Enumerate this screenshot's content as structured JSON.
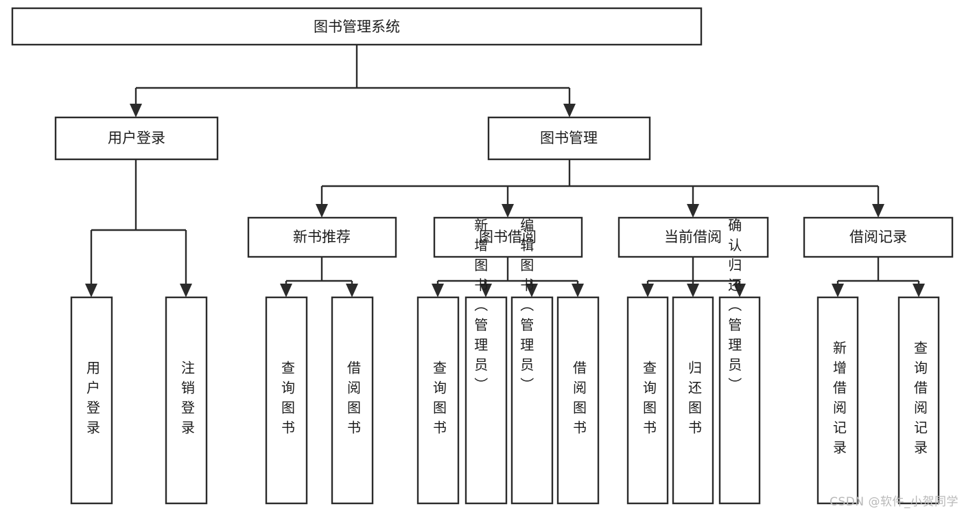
{
  "diagram": {
    "title": "图书管理系统",
    "watermark": "CSDN @软件_小贺同学",
    "colors": {
      "stroke": "#2b2b2b",
      "fill": "#ffffff",
      "text": "#1c1c1c",
      "watermark": "#b9b9b9",
      "background": "#ffffff"
    },
    "type": "tree",
    "orientation": "top-down",
    "levels": 4,
    "nodes": {
      "root": {
        "label": "图书管理系统",
        "level": 0,
        "orientation": "horizontal"
      },
      "l1": [
        {
          "label": "用户登录",
          "level": 1,
          "orientation": "horizontal"
        },
        {
          "label": "图书管理",
          "level": 1,
          "orientation": "horizontal"
        }
      ],
      "l2": [
        {
          "label": "新书推荐",
          "level": 2,
          "orientation": "horizontal",
          "parent": "图书管理"
        },
        {
          "label": "图书借阅",
          "level": 2,
          "orientation": "horizontal",
          "parent": "图书管理"
        },
        {
          "label": "当前借阅",
          "level": 2,
          "orientation": "horizontal",
          "parent": "图书管理"
        },
        {
          "label": "借阅记录",
          "level": 2,
          "orientation": "horizontal",
          "parent": "图书管理"
        }
      ],
      "leaves": {
        "user_login": [
          {
            "label": "用户登录",
            "orientation": "vertical",
            "parent": "用户登录"
          },
          {
            "label": "注销登录",
            "orientation": "vertical",
            "parent": "用户登录"
          }
        ],
        "new_book": [
          {
            "label": "查询图书",
            "orientation": "vertical",
            "parent": "新书推荐"
          },
          {
            "label": "借阅图书",
            "orientation": "vertical",
            "parent": "新书推荐"
          }
        ],
        "borrow_book": [
          {
            "label": "查询图书",
            "orientation": "vertical",
            "parent": "图书借阅"
          },
          {
            "label": "新增图书（管理员）",
            "orientation": "vertical",
            "parent": "图书借阅"
          },
          {
            "label": "编辑图书（管理员）",
            "orientation": "vertical",
            "parent": "图书借阅"
          },
          {
            "label": "借阅图书",
            "orientation": "vertical",
            "parent": "图书借阅"
          }
        ],
        "current_borrow": [
          {
            "label": "查询图书",
            "orientation": "vertical",
            "parent": "当前借阅"
          },
          {
            "label": "归还图书",
            "orientation": "vertical",
            "parent": "当前借阅"
          },
          {
            "label": "确认归还（管理员）",
            "orientation": "vertical",
            "parent": "当前借阅"
          }
        ],
        "borrow_record": [
          {
            "label": "新增借阅记录",
            "orientation": "vertical",
            "parent": "借阅记录"
          },
          {
            "label": "查询借阅记录",
            "orientation": "vertical",
            "parent": "借阅记录"
          }
        ]
      }
    }
  }
}
